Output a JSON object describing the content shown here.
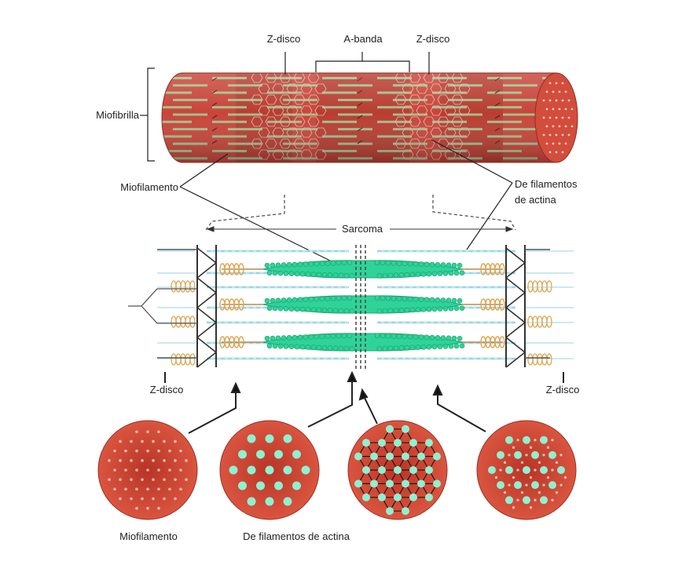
{
  "labels": {
    "z_disc_top_left": "Z-disco",
    "a_band": "A-banda",
    "z_disc_top_right": "Z-disco",
    "myofibril": "Miofibrilla",
    "myofilament_top": "Miofilamento",
    "actin_filaments_top": "De filamentos\nde actina",
    "sarcomere": "Sarcoma",
    "z_disc_bottom_left": "Z-disco",
    "z_disc_bottom_right": "Z-disco",
    "myofilament_bottom": "Miofilamento",
    "actin_filaments_bottom": "De filamentos de actina"
  },
  "colors": {
    "muscle_red": "#c8453a",
    "muscle_dark": "#a33328",
    "thick_filament": "#2fd39a",
    "thin_filament": "#bfe6f2",
    "titin_spring": "#e0a650",
    "filament_dot": "#8ef0d0"
  },
  "cross_sections": [
    {
      "name": "thin-only"
    },
    {
      "name": "thick-only"
    },
    {
      "name": "m-line-lattice"
    },
    {
      "name": "overlap"
    }
  ]
}
